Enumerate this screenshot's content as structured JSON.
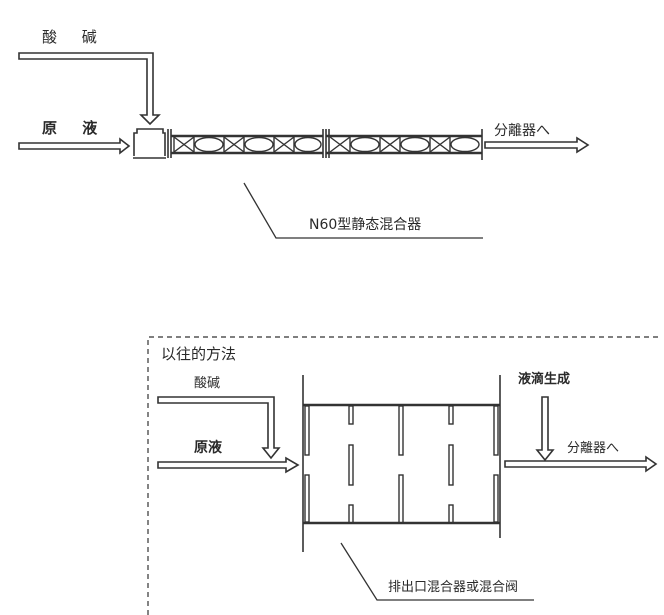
{
  "top_diagram": {
    "acid_base_label": "酸 碱",
    "raw_liquid_label": "原 液",
    "to_separator_label": "分離器へ",
    "mixer_label": "N60型静态混合器"
  },
  "bottom_diagram": {
    "title": "以往的方法",
    "acid_base_label": "酸碱",
    "raw_liquid_label": "原液",
    "droplet_label": "液滴生成",
    "to_separator_label": "分離器へ",
    "mixer_label": "排出口混合器或混合阀"
  },
  "colors": {
    "line": "#333333",
    "background": "#ffffff"
  }
}
